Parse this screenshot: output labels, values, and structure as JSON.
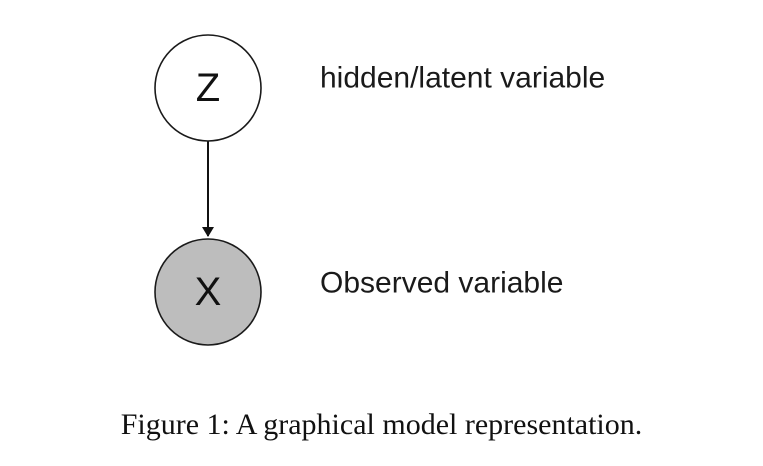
{
  "nodes": {
    "hidden": {
      "letter": "Z",
      "label": "hidden/latent variable",
      "fill": "#ffffff"
    },
    "observed": {
      "letter": "X",
      "label": "Observed variable",
      "fill": "#bdbdbd"
    }
  },
  "edges": [
    {
      "from": "Z",
      "to": "X"
    }
  ],
  "caption": "Figure 1: A graphical model representation."
}
